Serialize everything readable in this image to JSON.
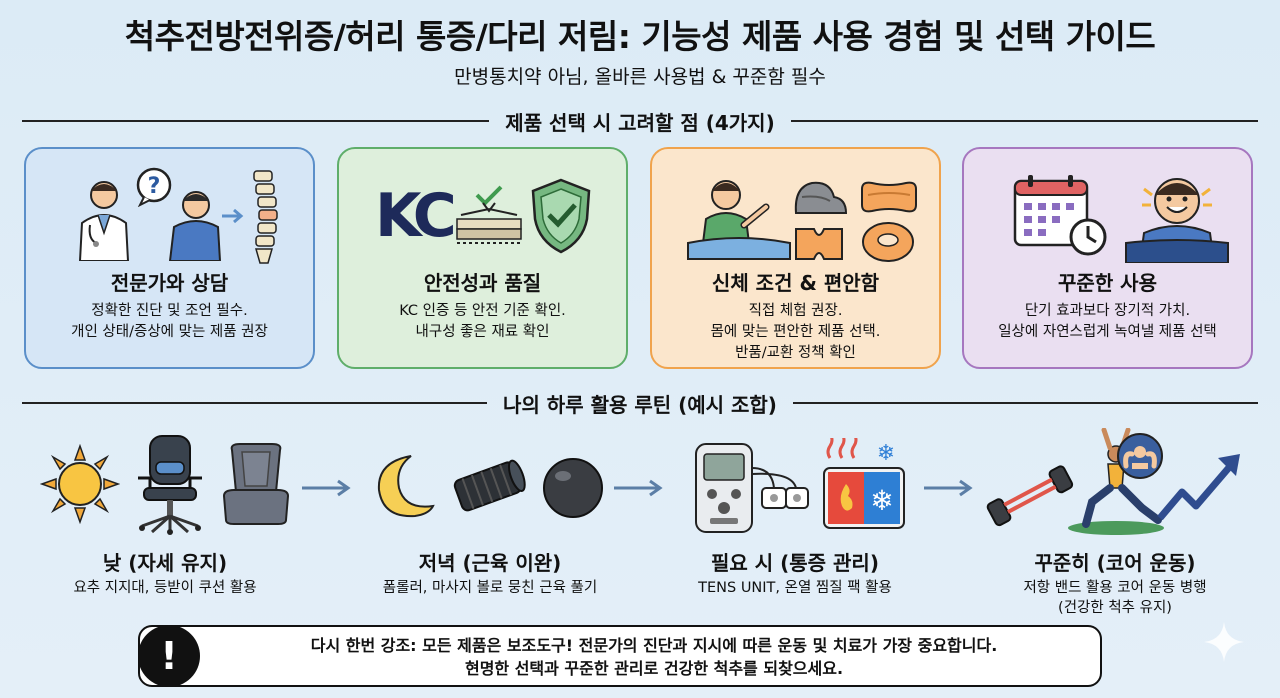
{
  "header": {
    "title": "척추전방전위증/허리 통증/다리 저림: 기능성 제품 사용 경험 및 선택 가이드",
    "subtitle": "만병통치약 아님, 올바른 사용법 & 꾸준함 필수"
  },
  "section_selection": {
    "heading": "제품 선택 시 고려할 점 (4가지)",
    "cards": [
      {
        "title": "전문가와 상담",
        "lines": [
          "정확한 진단 및 조언 필수.",
          "개인 상태/증상에 맞는 제품 권장"
        ],
        "icons": [
          "doctor-icon",
          "question-bubble-icon",
          "patient-icon",
          "spine-icon"
        ],
        "border": "#5b8fc9",
        "bg": "#d6e6f6"
      },
      {
        "title": "안전성과 품질",
        "lines": [
          "KC 인증 등 안전 기준 확인.",
          "내구성 좋은 재료 확인"
        ],
        "logo_text": "KC",
        "icons": [
          "kc-mark-icon",
          "material-layers-icon",
          "shield-check-icon"
        ],
        "border": "#5fae6a",
        "bg": "#deefdc"
      },
      {
        "title": "신체 조건 & 편안함",
        "lines": [
          "직접 체험 권장.",
          "몸에 맞는 편안한 제품 선택.",
          "반품/교환 정책 확인"
        ],
        "icons": [
          "person-trying-icon",
          "back-brace-icon",
          "pillow-icon",
          "knee-cushion-icon",
          "donut-cushion-icon"
        ],
        "border": "#f0a34c",
        "bg": "#fbe6cc"
      },
      {
        "title": "꾸준한 사용",
        "lines": [
          "단기 효과보다 장기적 가치.",
          "일상에 자연스럽게 녹여낼 제품 선택"
        ],
        "icons": [
          "calendar-icon",
          "clock-icon",
          "happy-person-icon"
        ],
        "border": "#a677bf",
        "bg": "#eadff1"
      }
    ]
  },
  "section_routine": {
    "heading": "나의 하루 활용 루틴 (예시 조합)",
    "steps": [
      {
        "title": "낮 (자세 유지)",
        "lines": [
          "요추 지지대, 등받이 쿠션 활용"
        ],
        "icons": [
          "sun-icon",
          "office-chair-icon",
          "seat-cushion-icon"
        ]
      },
      {
        "title": "저녁 (근육 이완)",
        "lines": [
          "폼롤러, 마사지 볼로 뭉친 근육 풀기"
        ],
        "icons": [
          "moon-icon",
          "foam-roller-icon",
          "massage-ball-icon"
        ]
      },
      {
        "title": "필요 시 (통증 관리)",
        "lines": [
          "TENS UNIT, 온열 찜질 팩 활용"
        ],
        "icons": [
          "tens-unit-icon",
          "hot-cold-pack-icon"
        ]
      },
      {
        "title": "꾸준히 (코어 운동)",
        "lines": [
          "저항 밴드 활용 코어 운동 병행",
          "(건강한 척추 유지)"
        ],
        "icons": [
          "resistance-band-icon",
          "yoga-pose-icon",
          "strong-arm-icon",
          "trend-up-arrow-icon"
        ]
      }
    ]
  },
  "notice": {
    "symbol": "!",
    "lines": [
      "다시 한번 강조: 모든 제품은 보조도구! 전문가의 진단과 지시에 따른 운동 및 치료가 가장 중요합니다.",
      "현명한 선택과 꾸준한 관리로 건강한 척추를 되찾으세요."
    ]
  },
  "colors": {
    "accent_blue": "#5b8fc9",
    "accent_green": "#5fae6a",
    "accent_orange": "#f0a34c",
    "accent_purple": "#a677bf",
    "background": "#dcebf6"
  }
}
